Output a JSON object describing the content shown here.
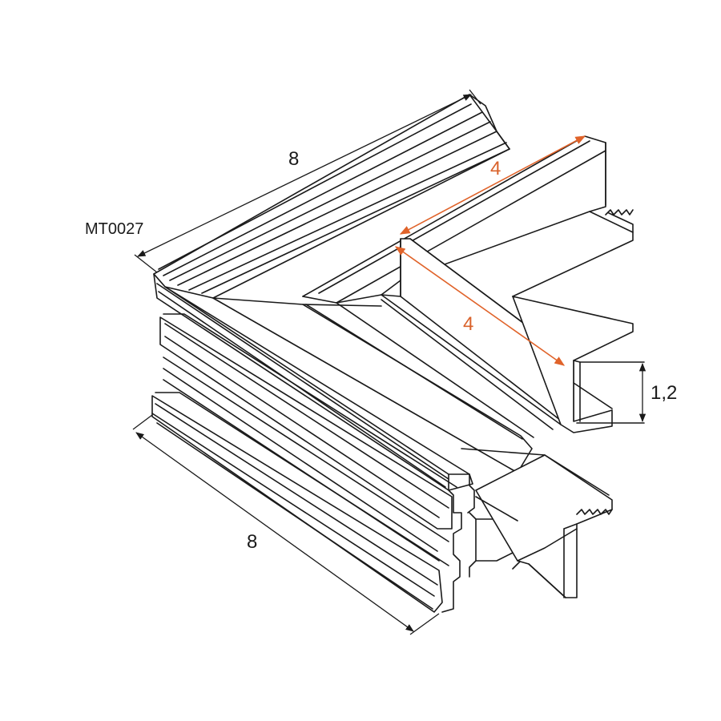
{
  "product_code": "MT0027",
  "dimensions": {
    "top_length": "8",
    "bottom_length": "8",
    "branch_length_upper": "4",
    "branch_length_lower": "4",
    "height": "1,2"
  },
  "colors": {
    "outline": "#1a1a1a",
    "accent": "#e0632a"
  }
}
